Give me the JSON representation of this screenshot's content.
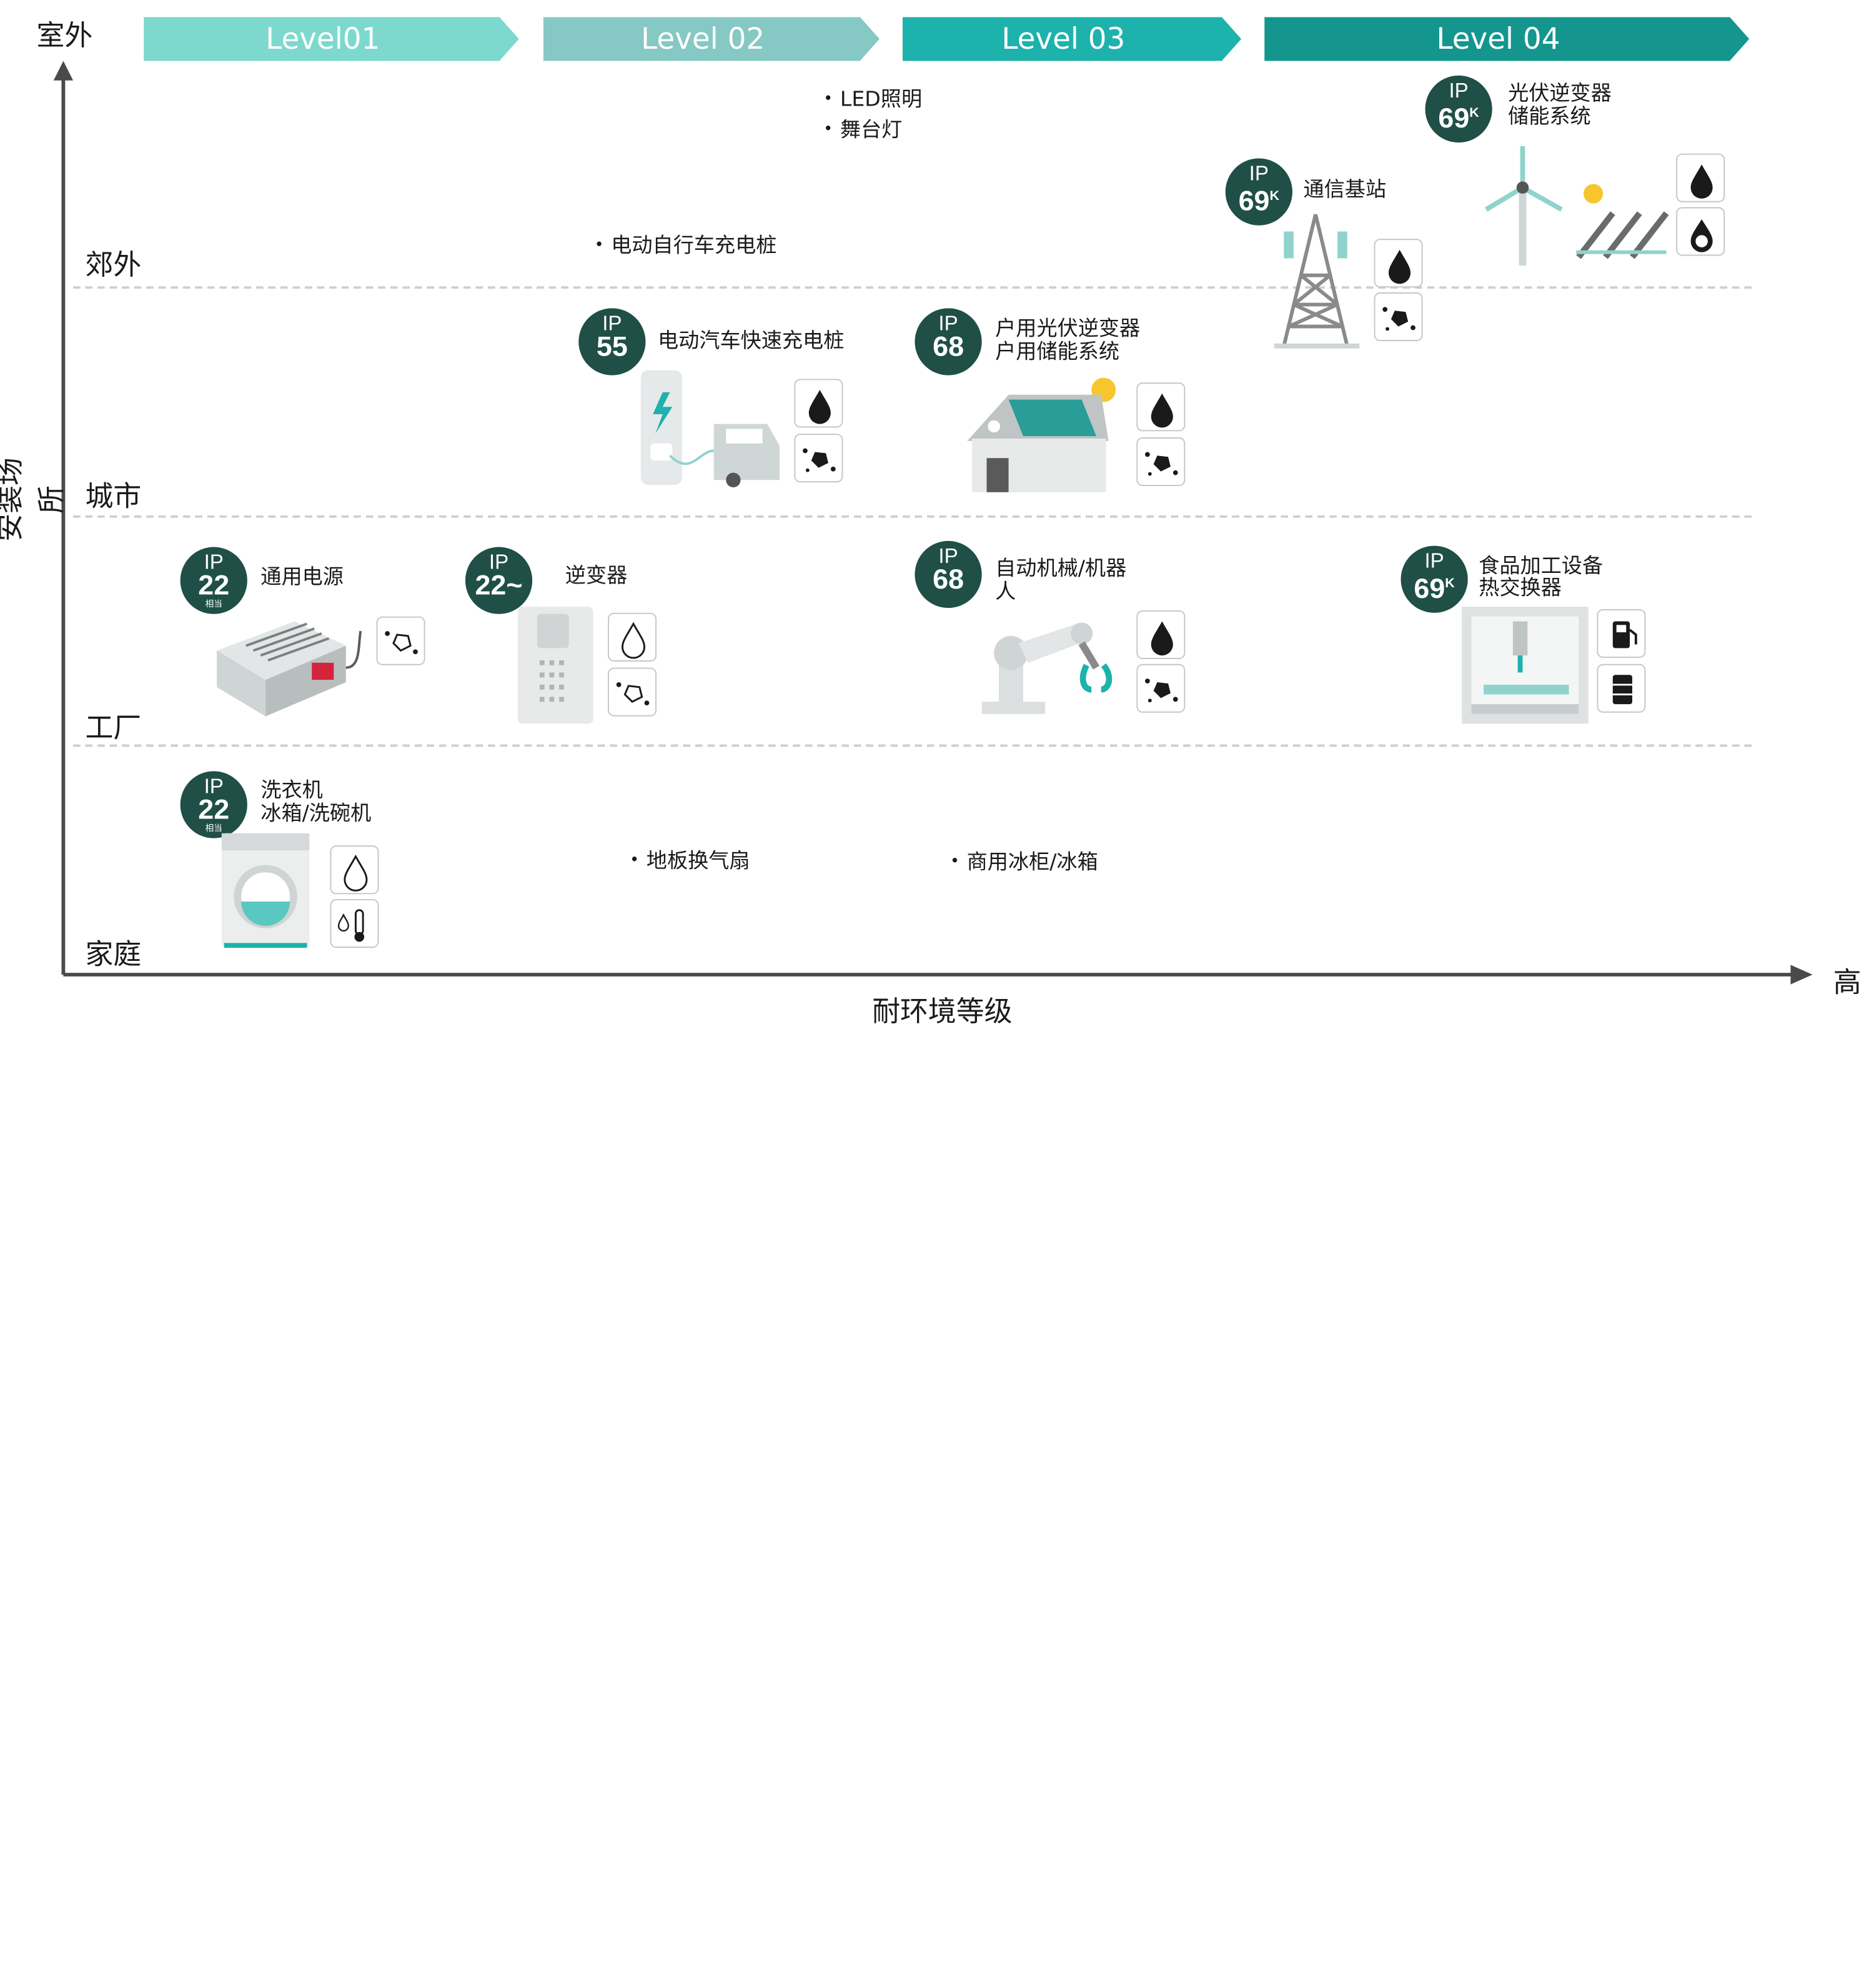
{
  "axes": {
    "y_top": "室外",
    "y_title": "安装场所",
    "x_title": "耐环境等级",
    "x_high": "高",
    "levels": [
      "郊外",
      "城市",
      "工厂",
      "家庭"
    ]
  },
  "level_headers": [
    "Level01",
    "Level  02",
    "Level  03",
    "Level  04"
  ],
  "colors": {
    "level1": "#7dd9cd",
    "level2": "#86c8c3",
    "level3": "#1db2ac",
    "level4": "#14968f",
    "badge": "#1f4f46",
    "icon": "#1a1a1a"
  },
  "badges": {
    "ip69k_telecom": {
      "ip": "IP",
      "num": "69",
      "suffix": "K"
    },
    "ip69k_pv": {
      "ip": "IP",
      "num": "69",
      "suffix": "K"
    },
    "ip55": {
      "ip": "IP",
      "num": "55"
    },
    "ip68_home_pv": {
      "ip": "IP",
      "num": "68"
    },
    "ip22_power": {
      "ip": "IP",
      "num": "22",
      "sub": "相当"
    },
    "ip22_inverter": {
      "ip": "IP",
      "num": "22~"
    },
    "ip68_robot": {
      "ip": "IP",
      "num": "68"
    },
    "ip69k_food": {
      "ip": "IP",
      "num": "69",
      "suffix": "K"
    },
    "ip22_washer": {
      "ip": "IP",
      "num": "22",
      "sub": "相当"
    }
  },
  "captions": {
    "pv_storage": [
      "光伏逆变器",
      "储能系统"
    ],
    "telecom": "通信基站",
    "ev_charger": "电动汽车快速充电桩",
    "home_pv": [
      "户用光伏逆变器",
      "户用储能系统"
    ],
    "power_supply": "通用电源",
    "inverter": "逆变器",
    "robot": [
      "自动机械/机器",
      "人"
    ],
    "food": [
      "食品加工设备",
      "热交换器"
    ],
    "washer": [
      "洗衣机",
      "冰箱/洗碗机"
    ]
  },
  "bullets": {
    "led": "LED照明",
    "stage_light": "舞台灯",
    "ebike": "电动自行车充电桩",
    "floor_fan": "地板换气扇",
    "fridge": "商用冰柜/冰箱"
  }
}
